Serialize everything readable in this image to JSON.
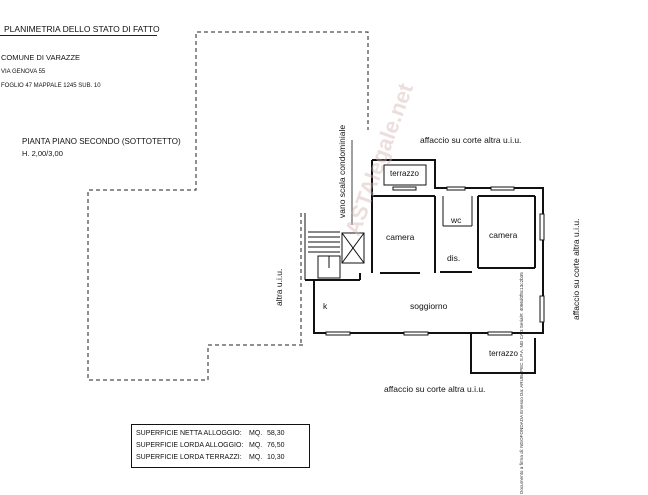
{
  "header": {
    "title": "PLANIMETRIA DELLO STATO DI FATTO",
    "comune": "COMUNE DI VARAZZE",
    "address": "VIA GENOVA 55",
    "cadastral": "FOGLIO 47  MAPPALE 1245 SUB. 10"
  },
  "floor": {
    "name": "PIANTA PIANO SECONDO (SOTTOTETTO)",
    "height": "H. 2,00/3,00"
  },
  "labels": {
    "stair": "vano scala condominiale",
    "courtyard_top": "affaccio su corte altra u.i.u.",
    "courtyard_right": "affaccio su corte altra u.i.u.",
    "courtyard_bottom": "affaccio su corte altra u.i.u.",
    "other_unit": "altra u.i.u."
  },
  "rooms": {
    "terrazzo_top": "terrazzo",
    "camera_left": "camera",
    "wc": "wc",
    "camera_right": "camera",
    "dis": "dis.",
    "k": "k",
    "soggiorno": "soggiorno",
    "terrazzo_bottom": "terrazzo"
  },
  "areas": [
    {
      "label": "SUPERFICIE NETTA ALLOGGIO:",
      "unit": "MQ.",
      "value": "58,30"
    },
    {
      "label": "SUPERFICIE LORDA ALLOGGIO:",
      "unit": "MQ.",
      "value": "76,50"
    },
    {
      "label": "SUPERFICIE LORDA TERRAZZI:",
      "unit": "MQ.",
      "value": "10,30"
    }
  ],
  "watermark": "ASTAlegale.net",
  "side_note": "Documento a firma di: NGOFONDADA Emesso Da: ARUBAPEC S.P.A. NG CA 3 Serial#: 4066d0f8c13c2b35"
}
